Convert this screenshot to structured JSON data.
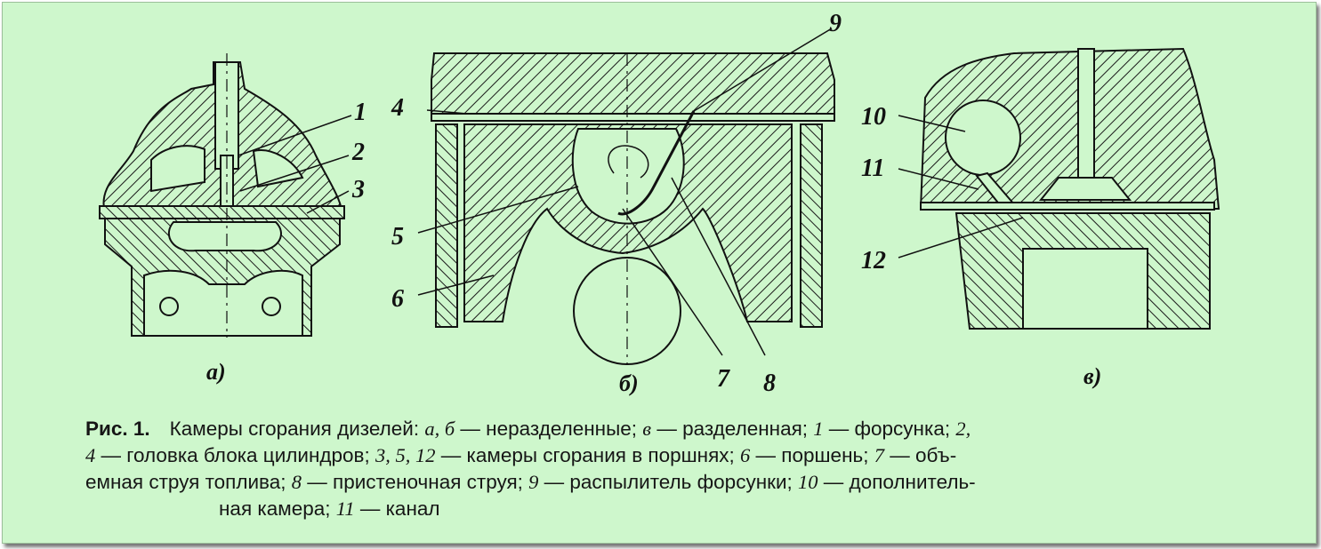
{
  "parts": {
    "a": {
      "sub_label": "а)",
      "numbers": [
        "1",
        "2",
        "3"
      ]
    },
    "b": {
      "sub_label": "б)",
      "numbers": [
        "4",
        "5",
        "6",
        "7",
        "8",
        "9"
      ]
    },
    "c": {
      "sub_label": "в)",
      "numbers": [
        "10",
        "11",
        "12"
      ]
    }
  },
  "caption": {
    "fig_no": "Рис. 1.",
    "t1": "Камеры сгорания дизелей: ",
    "i1": "а, б",
    "t2": " — неразделенные; ",
    "i2": "в",
    "t3": " — разделенная; ",
    "i3": "1",
    "t4": " — форсунка; ",
    "i4": "2,",
    "i5": "4",
    "t5": " — головка блока цилиндров; ",
    "i6": "3, 5, 12",
    "t6": " — камеры сгорания в поршнях; ",
    "i7": "6",
    "t7": " — поршень; ",
    "i8": "7",
    "t8": " — объ-",
    "t9": "емная струя топлива; ",
    "i9": "8",
    "t10": " — пристеночная струя; ",
    "i10": "9",
    "t11": " — распылитель форсунки; ",
    "i11": "10",
    "t12": " — дополнитель-",
    "t13": "ная камера; ",
    "i12": "11",
    "t14": " — канал"
  }
}
